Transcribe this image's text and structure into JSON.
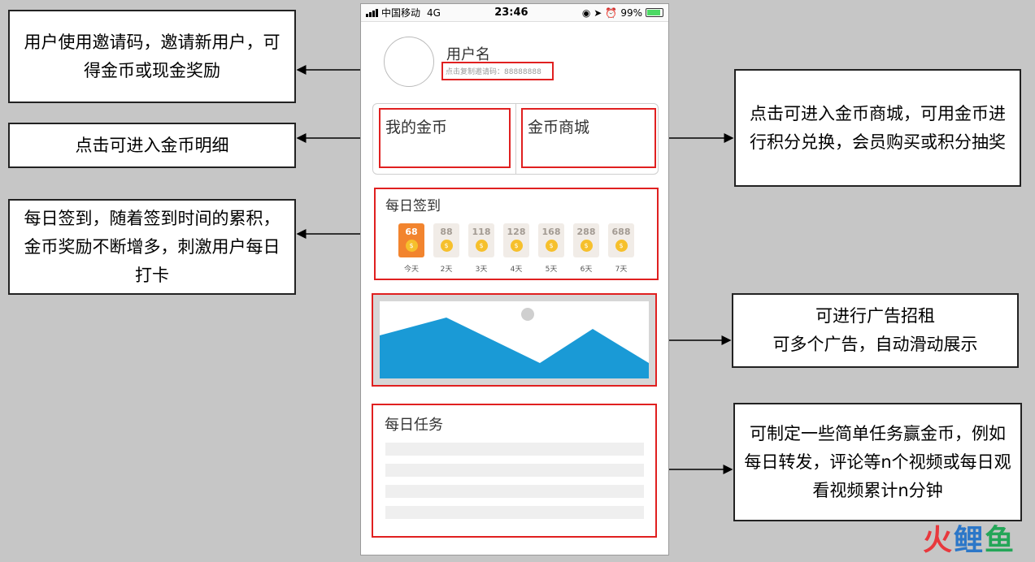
{
  "status_bar": {
    "carrier": "中国移动",
    "network": "4G",
    "time": "23:46",
    "battery": "99%"
  },
  "profile": {
    "username": "用户名",
    "invite_text": "点击复制邀请码：88888888"
  },
  "coins": {
    "my_coins_label": "我的金币",
    "coin_mall_label": "金币商城"
  },
  "checkin": {
    "title": "每日签到",
    "days": [
      {
        "points": "68",
        "label": "今天"
      },
      {
        "points": "88",
        "label": "2天"
      },
      {
        "points": "118",
        "label": "3天"
      },
      {
        "points": "128",
        "label": "4天"
      },
      {
        "points": "168",
        "label": "5天"
      },
      {
        "points": "288",
        "label": "6天"
      },
      {
        "points": "688",
        "label": "7天"
      }
    ]
  },
  "tasks": {
    "title": "每日任务"
  },
  "annotations": {
    "invite": "用户使用邀请码，邀请新用户，可得金币或现金奖励",
    "coin_detail": "点击可进入金币明细",
    "checkin": "每日签到，随着签到时间的累积，金币奖励不断增多，刺激用户每日打卡",
    "mall": "点击可进入金币商城，可用金币进行积分兑换，会员购买或积分抽奖",
    "ad_line1": "可进行广告招租",
    "ad_line2": "可多个广告，自动滑动展示",
    "tasks": "可制定一些简单任务赢金币，例如每日转发，评论等n个视频或每日观看视频累计n分钟"
  },
  "watermark": {
    "part1": "火",
    "part2": "鲤",
    "part3": "鱼"
  },
  "colors": {
    "highlight_red": "#e02020",
    "banner_blue": "#1a9ad6",
    "today_orange": "#f2842e",
    "coin_yellow": "#f6c02c"
  }
}
